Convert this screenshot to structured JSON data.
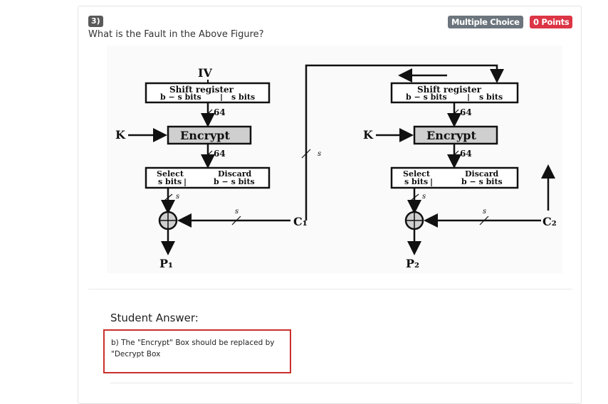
{
  "question": {
    "number": "3)",
    "text": "What is the Fault in the Above Figure?",
    "type_badge": "Multiple Choice",
    "points_badge": "0 Points"
  },
  "figure": {
    "left": {
      "iv": "IV",
      "shift_register": "Shift register",
      "sr_left": "b − s bits",
      "sr_right": "s bits",
      "w1": "64",
      "key": "K",
      "encrypt": "Encrypt",
      "w2": "64",
      "select": "Select",
      "select_bits": "s bits",
      "discard": "Discard",
      "discard_bits": "b − s bits",
      "s1": "s",
      "s2": "s",
      "output": "P₁",
      "cipher": "C₁",
      "feedback_s": "s"
    },
    "right": {
      "shift_register": "Shift register",
      "sr_left": "b − s bits",
      "sr_right": "s bits",
      "w1": "64",
      "key": "K",
      "encrypt": "Encrypt",
      "w2": "64",
      "select": "Select",
      "select_bits": "s bits",
      "discard": "Discard",
      "discard_bits": "b − s bits",
      "s1": "s",
      "s2": "s",
      "output": "P₂",
      "cipher": "C₂"
    }
  },
  "student_answer": {
    "label": "Student Answer:",
    "text": "b) The \"Encrypt\" Box should be replaced by \"Decrypt Box"
  }
}
